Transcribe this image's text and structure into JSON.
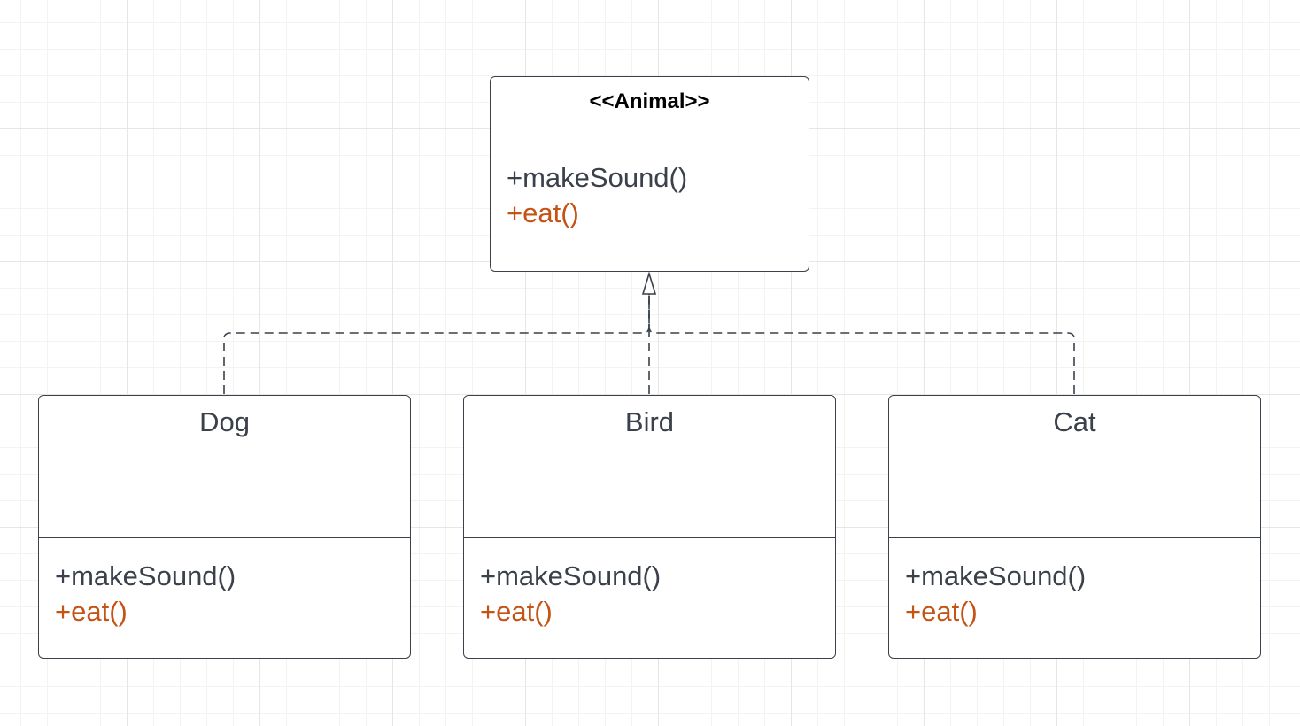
{
  "diagram": {
    "type": "uml-class-diagram",
    "relationship": "realization",
    "interface": {
      "name": "<<Animal>>",
      "methods": [
        "+makeSound()",
        "+eat()"
      ]
    },
    "classes": [
      {
        "name": "Dog",
        "methods": [
          "+makeSound()",
          "+eat()"
        ]
      },
      {
        "name": "Bird",
        "methods": [
          "+makeSound()",
          "+eat()"
        ]
      },
      {
        "name": "Cat",
        "methods": [
          "+makeSound()",
          "+eat()"
        ]
      }
    ],
    "colors": {
      "line": "#3a414a",
      "abstract_method": "#c55314",
      "grid": "#e6e6e6"
    }
  }
}
